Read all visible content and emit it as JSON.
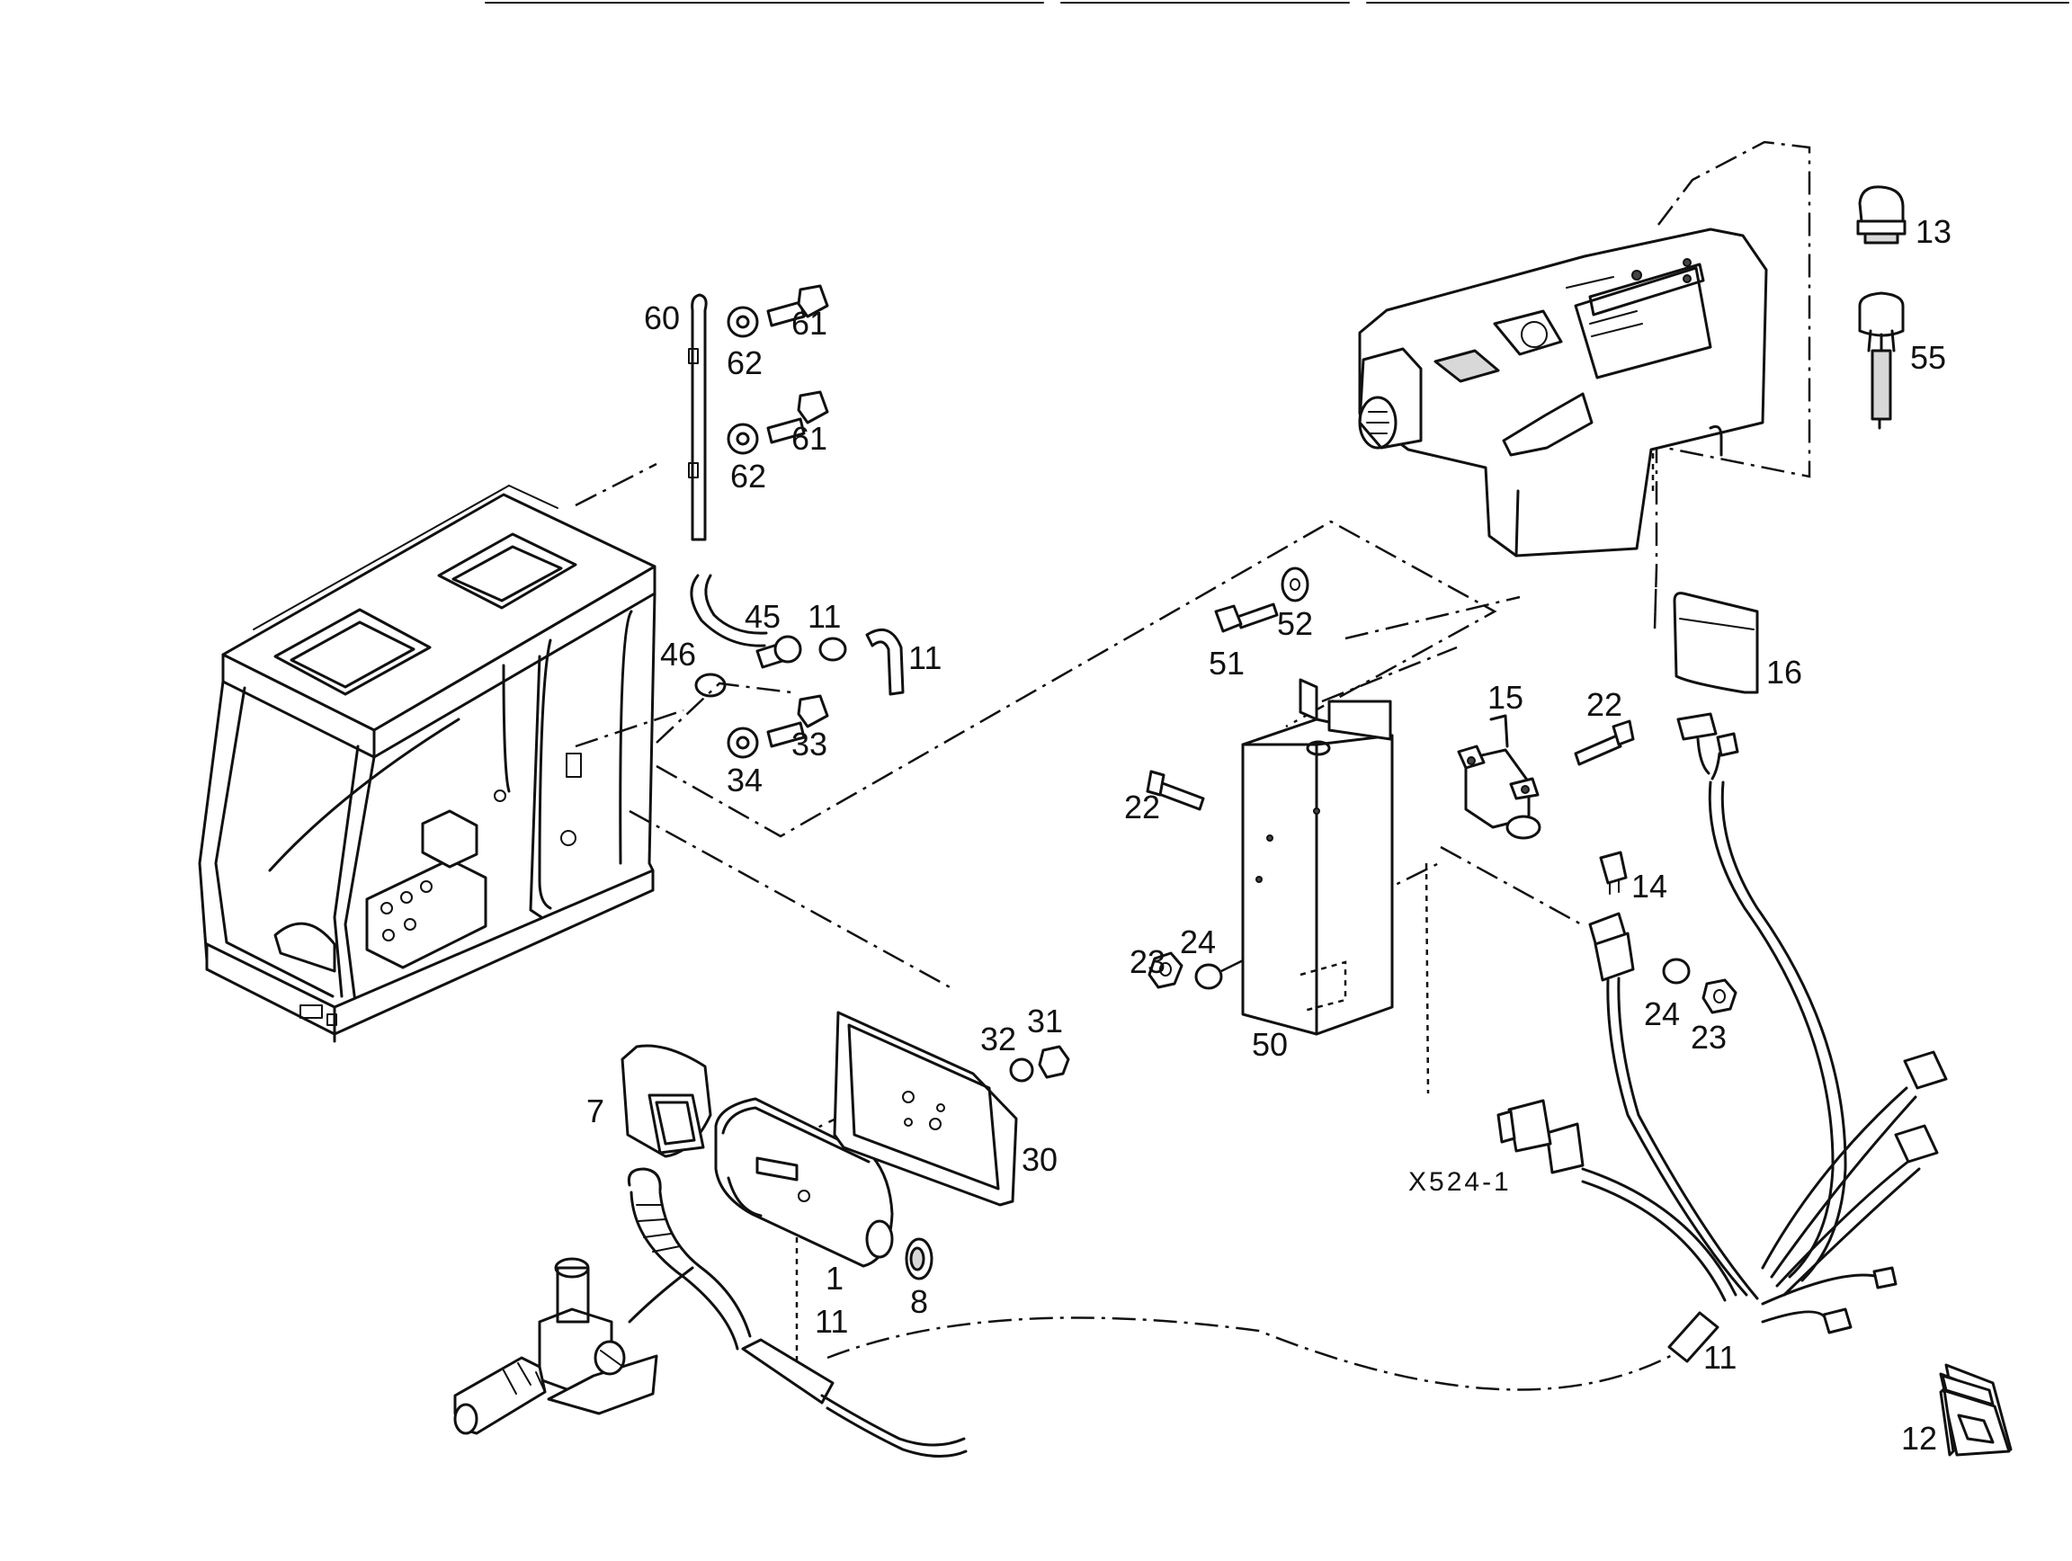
{
  "reference_code": "X524-1",
  "callouts": {
    "c60": "60",
    "c61a": "61",
    "c62a": "62",
    "c61b": "61",
    "c62b": "62",
    "c45": "45",
    "c46": "46",
    "c11a": "11",
    "c11b": "11",
    "c33": "33",
    "c34": "34",
    "c13": "13",
    "c55": "55",
    "c52": "52",
    "c51": "51",
    "c16": "16",
    "c15": "15",
    "c22a": "22",
    "c22b": "22",
    "c14": "14",
    "c23a": "23",
    "c24a": "24",
    "c50": "50",
    "c24b": "24",
    "c23b": "23",
    "c32": "32",
    "c31": "31",
    "c7": "7",
    "c30": "30",
    "c1": "1",
    "c11c": "11",
    "c8": "8",
    "c11d": "11",
    "c12": "12"
  }
}
